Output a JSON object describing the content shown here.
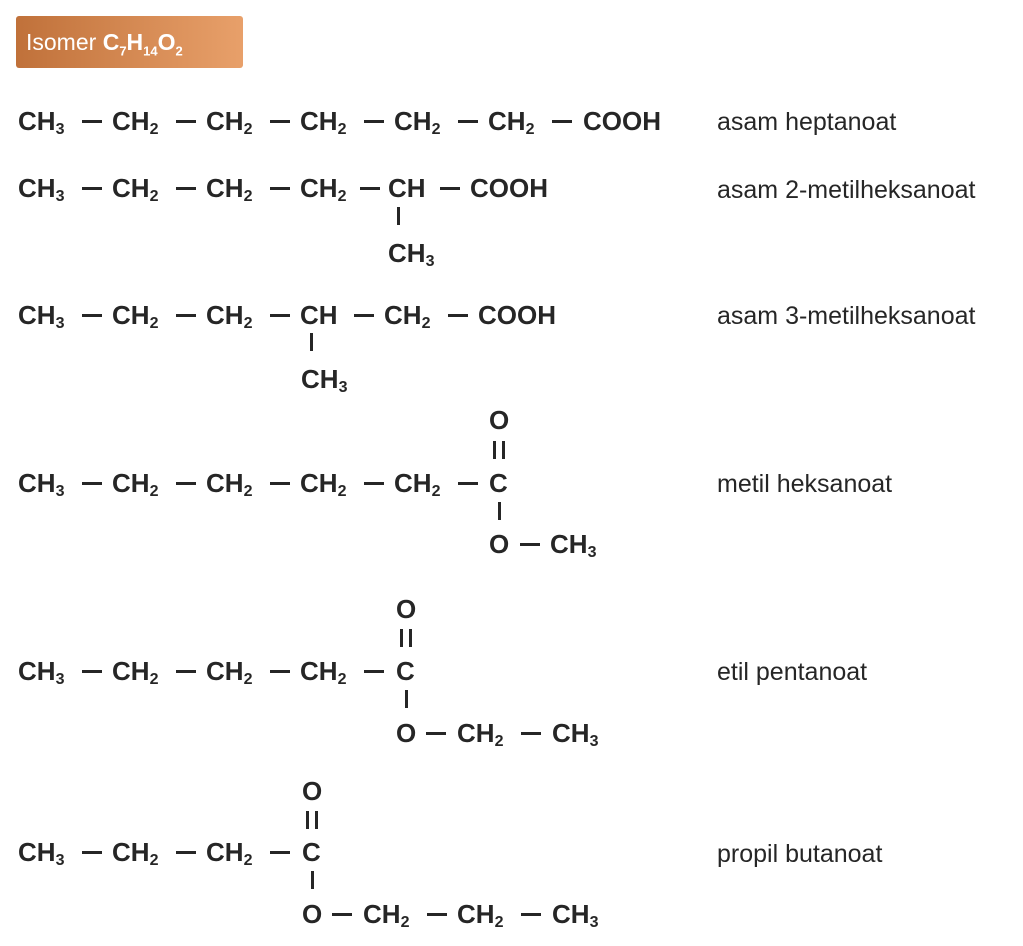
{
  "badge": {
    "label": "Isomer",
    "formula_c": "C",
    "sub_c": "7",
    "formula_h": "H",
    "sub_h": "14",
    "formula_o": "O",
    "sub_o": "2",
    "gradient_from": "#c0713a",
    "gradient_to": "#e8a06a"
  },
  "groups": {
    "ch3": "CH",
    "ch3_sub": "3",
    "ch2": "CH",
    "ch2_sub": "2",
    "ch": "CH",
    "cooh": "COOH",
    "c": "C",
    "o": "O"
  },
  "isomers": [
    {
      "name": "asam heptanoat"
    },
    {
      "name": "asam 2-metilheksanoat"
    },
    {
      "name": "asam 3-metilheksanoat"
    },
    {
      "name": "metil heksanoat"
    },
    {
      "name": "etil pentanoat"
    },
    {
      "name": "propil butanoat"
    }
  ]
}
